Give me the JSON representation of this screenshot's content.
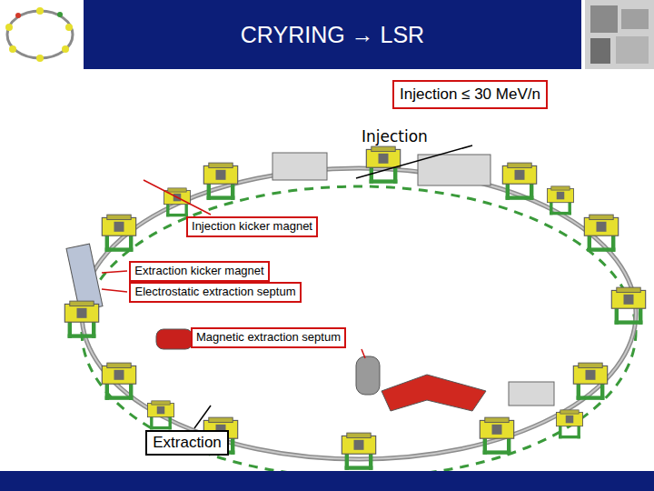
{
  "diagram": {
    "title": "CRYRING → LSR",
    "nodes": [
      {
        "text": [
          "Injection ≤ 30 MeV/n"
        ]
      },
      {
        "text": [
          "Injection kicker magnet"
        ]
      },
      {
        "text": [
          "Extraction kicker magnet"
        ]
      },
      {
        "text": [
          "Electrostatic extraction septum"
        ]
      },
      {
        "text": [
          "Magnetic extraction septum"
        ]
      },
      {
        "text": [
          "Extraction"
        ]
      }
    ],
    "labels": [
      "Injection"
    ]
  }
}
